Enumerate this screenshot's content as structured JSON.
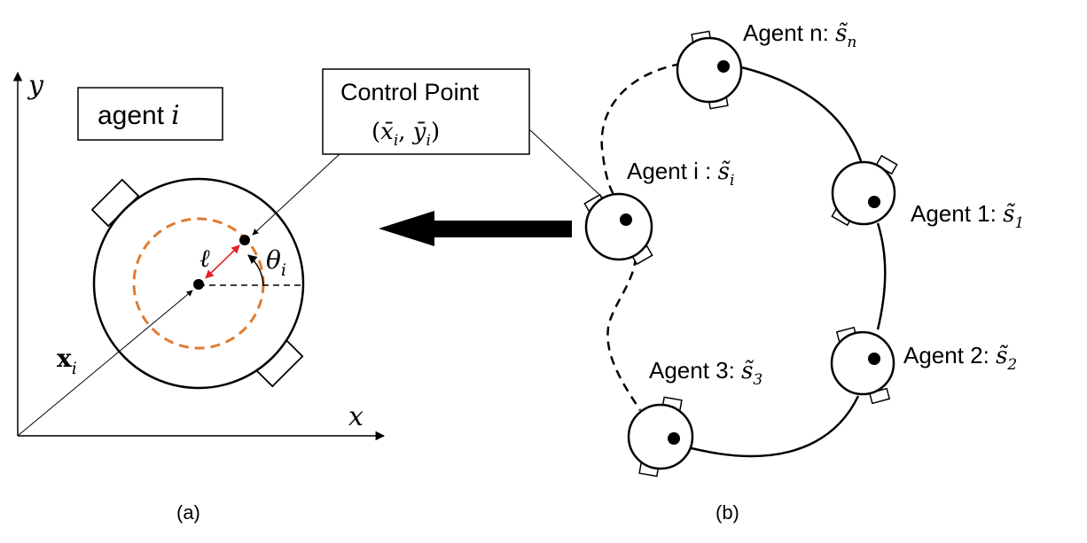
{
  "panel_a": {
    "caption": "(a)",
    "axis_x": "x",
    "axis_y": "y",
    "agent_box": {
      "word": "agent",
      "index": "i"
    },
    "control_box": {
      "title": "Control Point",
      "coords": {
        "open": "(",
        "x": "x̄",
        "sub_x": "i",
        "comma": ", ",
        "y": "ȳ",
        "sub_y": "i",
        "close": ")"
      }
    },
    "position_vector": {
      "symbol": "x",
      "sub": "i"
    },
    "length_symbol": "ℓ",
    "angle_symbol": {
      "symbol": "θ",
      "sub": "i"
    },
    "colors": {
      "dashed_circle": "#E07B30",
      "length_arrow": "#E8202A",
      "outline": "#000000"
    }
  },
  "panel_b": {
    "caption": "(b)",
    "agents": [
      {
        "label": "Agent n: ",
        "symbol": "s̃",
        "sub": "n"
      },
      {
        "label": "Agent i : ",
        "symbol": "s̃",
        "sub": "i"
      },
      {
        "label": "Agent 1: ",
        "symbol": "s̃",
        "sub": "1"
      },
      {
        "label": "Agent 2: ",
        "symbol": "s̃",
        "sub": "2"
      },
      {
        "label": "Agent 3: ",
        "symbol": "s̃",
        "sub": "3"
      }
    ]
  }
}
